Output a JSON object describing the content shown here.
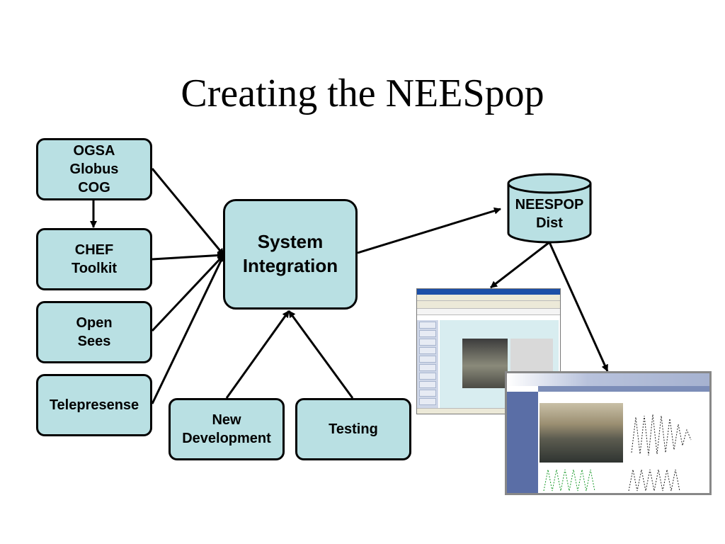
{
  "title": "Creating the NEESpop",
  "nodes": {
    "ogsa": "OGSA\nGlobus\nCOG",
    "chef": "CHEF\nToolkit",
    "opensees": "Open\nSees",
    "telepresense": "Telepresense",
    "system_integration": "System\nIntegration",
    "new_development": "New\nDevelopment",
    "testing": "Testing",
    "neespop_dist": "NEESPOP\nDist"
  },
  "colors": {
    "box_fill": "#b9e0e3",
    "stroke": "#000000"
  }
}
